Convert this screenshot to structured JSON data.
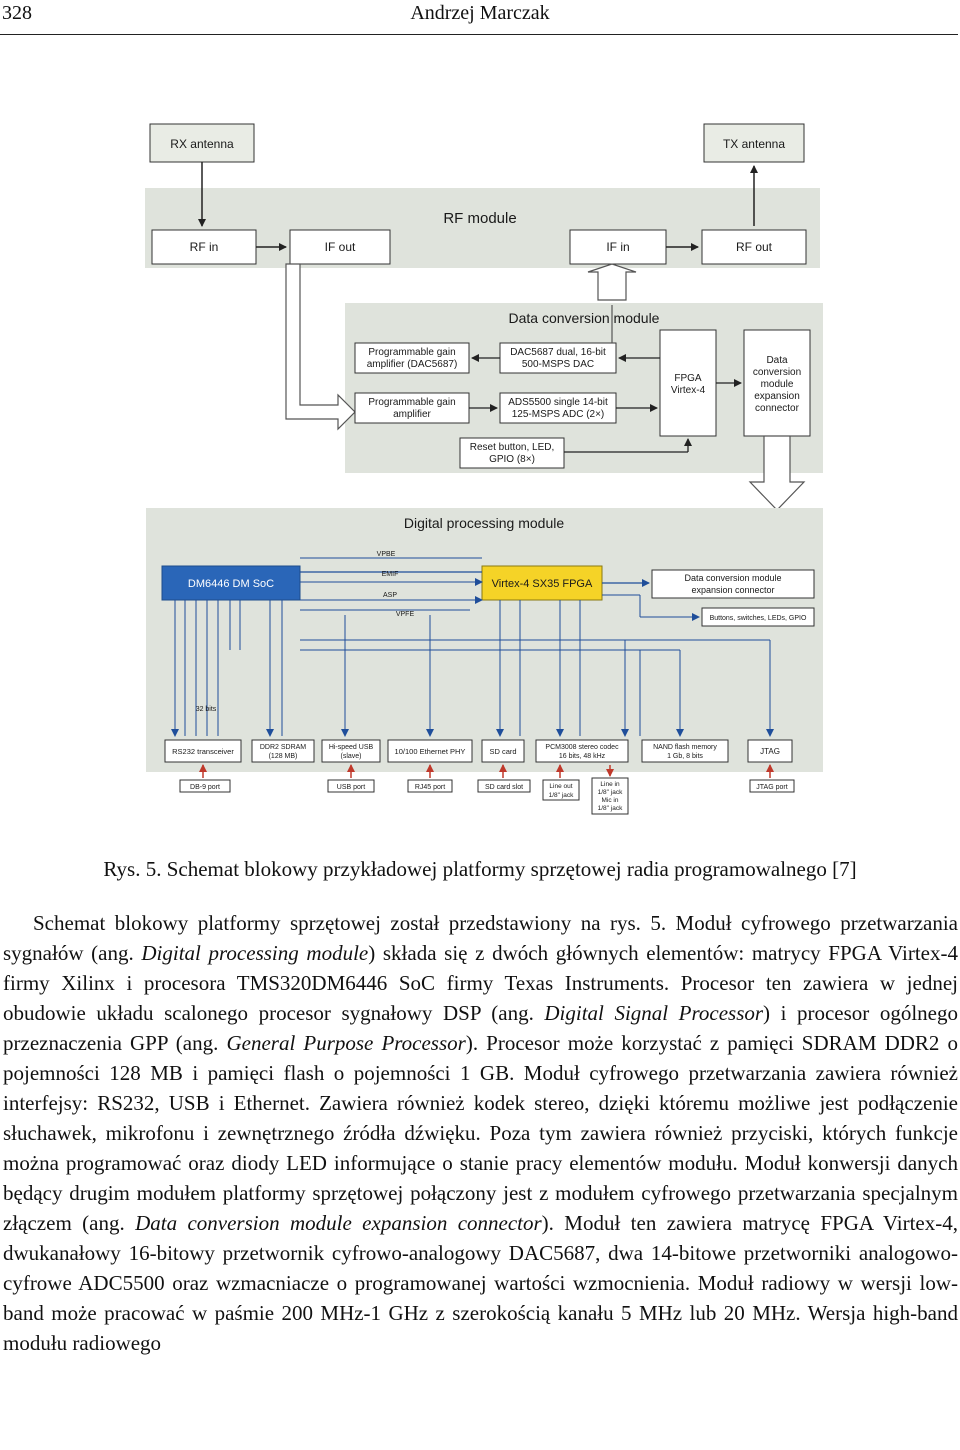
{
  "header": {
    "page_number": "328",
    "author": "Andrzej Marczak"
  },
  "figure": {
    "rx_antenna": "RX antenna",
    "tx_antenna": "TX antenna",
    "rf_module": "RF module",
    "rf_in": "RF in",
    "if_out": "IF out",
    "if_in": "IF in",
    "rf_out": "RF out",
    "data_conversion_module": "Data conversion module",
    "pga_dac_1": "Programmable gain",
    "pga_dac_2": "amplifier (DAC5687)",
    "dac_1": "DAC5687 dual, 16-bit",
    "dac_2": "500-MSPS DAC",
    "pga_1": "Programmable gain",
    "pga_2": "amplifier",
    "adc_1": "ADS5500 single 14-bit",
    "adc_2": "125-MSPS ADC (2×)",
    "fpga_1": "FPGA",
    "fpga_2": "Virtex-4",
    "dcm_conn_1": "Data",
    "dcm_conn_2": "conversion",
    "dcm_conn_3": "module",
    "dcm_conn_4": "expansion",
    "dcm_conn_5": "connector",
    "reset_1": "Reset button, LED,",
    "reset_2": "GPIO (8×)",
    "digital_processing_module": "Digital processing module",
    "dm6446": "DM6446 DM SoC",
    "vpbe": "VPBE",
    "emif": "EMIF",
    "asp": "ASP",
    "vpfe": "VPFE",
    "virtex_sx35": "Virtex-4 SX35 FPGA",
    "dcm_exp_1": "Data conversion module",
    "dcm_exp_2": "expansion connector",
    "buttons": "Buttons, switches, LEDs, GPIO",
    "bits32": "32 bits",
    "rs232": "RS232 transceiver",
    "ddr2_1": "DDR2 SDRAM",
    "ddr2_2": "(128 MB)",
    "usb_1": "Hi-speed USB",
    "usb_2": "(slave)",
    "eth": "10/100 Ethernet PHY",
    "sd": "SD card",
    "pcm_1": "PCM3008 stereo codec",
    "pcm_2": "16 bits, 48 kHz",
    "nand_1": "NAND flash memory",
    "nand_2": "1 Gb, 8 bits",
    "jtag": "JTAG",
    "db9": "DB-9 port",
    "usb_port": "USB port",
    "rj45": "RJ45 port",
    "sd_slot": "SD card slot",
    "lineout_1": "Line out",
    "lineout_2": "1/8\" jack",
    "linein_1": "Line in",
    "linein_2": "1/8\" jack",
    "linein_3": "Mic in",
    "linein_4": "1/8\" jack",
    "jtag_port": "JTAG port"
  },
  "caption": "Rys. 5. Schemat blokowy przykładowej platformy sprzętowej radia programowalnego [7]",
  "body": {
    "t1": "Schemat blokowy platformy sprzętowej został przedstawiony na rys. 5. Moduł cyfrowego przetwarzania sygnałów (ang. ",
    "i1": "Digital processing module",
    "t2": ") składa się z dwóch głównych elementów: matrycy FPGA Virtex-4 firmy Xilinx i procesora TMS320DM6446 SoC firmy Texas Instruments. Procesor ten zawiera w jednej obudowie układu scalonego procesor sygnałowy DSP (ang. ",
    "i2": "Digital Signal Processor",
    "t3": ") i procesor ogólnego przeznaczenia GPP (ang. ",
    "i3": "General Purpose Processor",
    "t4": "). Procesor może korzystać z pamięci SDRAM DDR2 o pojemności 128 MB i pamięci flash o pojemności 1 GB. Moduł cyfrowego przetwarzania zawiera również interfejsy: RS232, USB i Ethernet. Zawiera również kodek stereo, dzięki któremu możliwe jest podłączenie słuchawek, mikrofonu i zewnętrznego źródła dźwięku. Poza tym zawiera również przyciski, których funkcje można programować oraz diody LED informujące o stanie pracy elementów modułu. Moduł konwersji danych będący drugim modułem platformy sprzętowej połączony jest z modułem cyfrowego przetwarzania specjalnym złączem (ang. ",
    "i4": "Data conversion module expansion connector",
    "t5": "). Moduł ten zawiera matrycę FPGA Virtex-4, dwukanałowy 16-bitowy przetwornik cyfrowo-analogowy DAC5687, dwa 14-bitowe przetworniki analogowo-cyfrowe ADC5500 oraz wzmacniacze o programowanej wartości wzmocnienia. Moduł radiowy w wersji low-band może pracować w paśmie 200 MHz-1 GHz z szerokością kanału 5 MHz lub 20 MHz. Wersja high-band modułu radiowego"
  }
}
